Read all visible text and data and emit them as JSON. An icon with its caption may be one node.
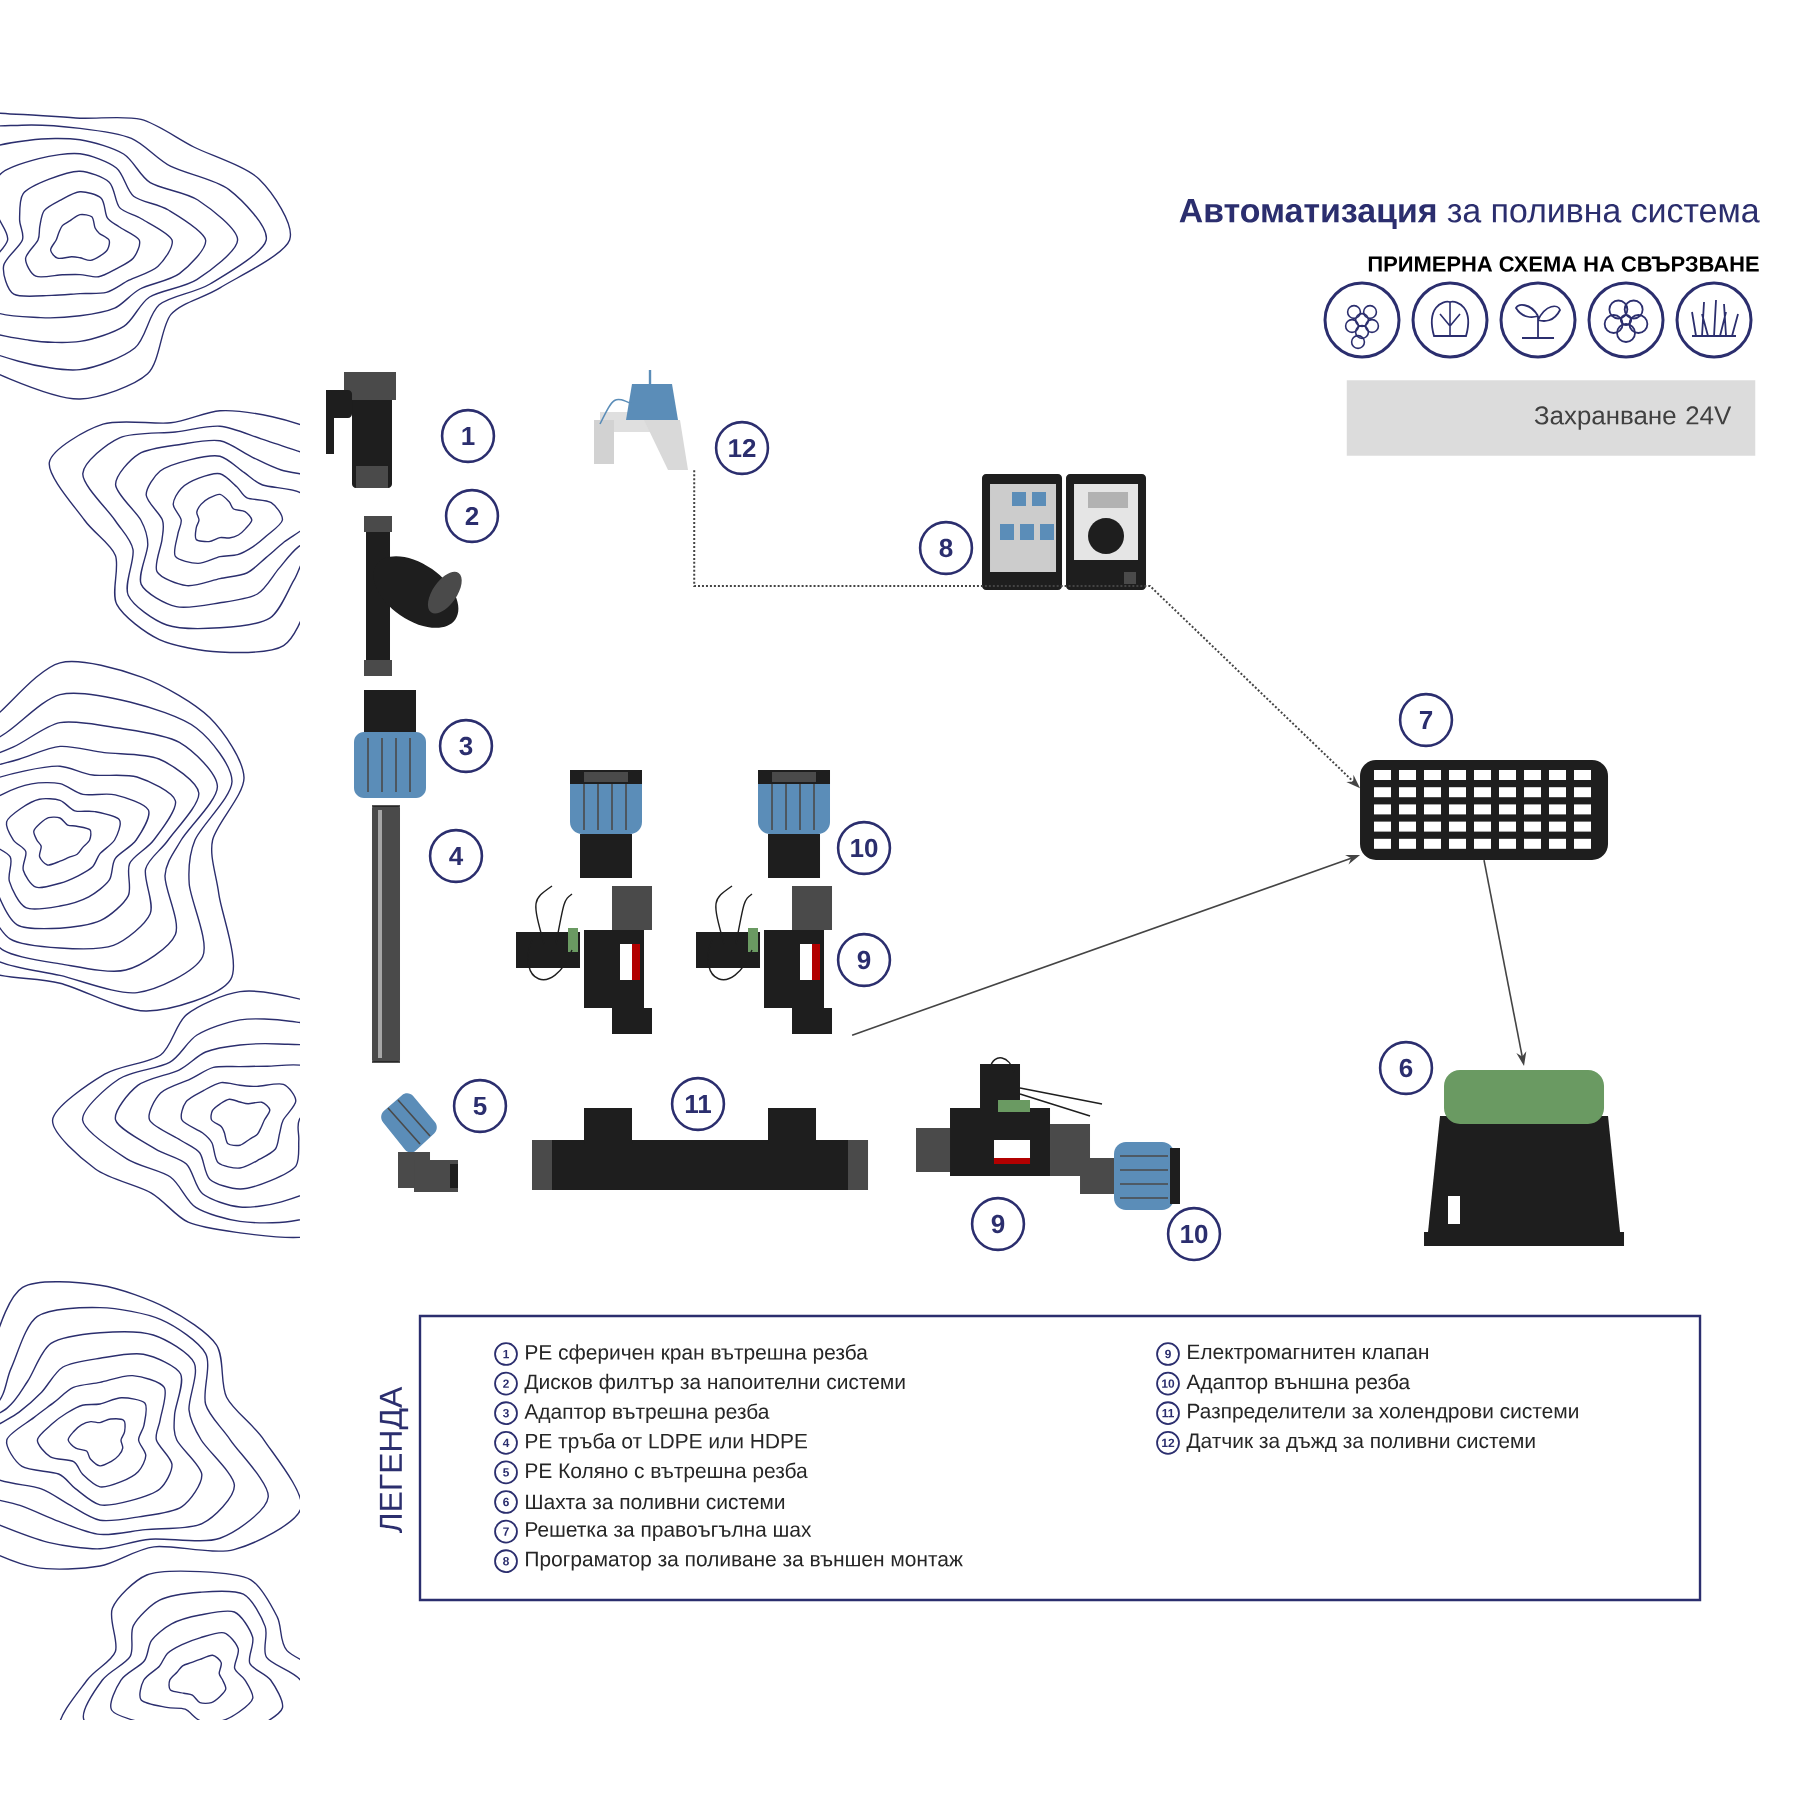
{
  "diagram": {
    "title": "**Автоматизация** за поливна система",
    "nodes": [
      {
        "text": [],
        "shape": "picture",
        "beside": [
          "1"
        ]
      },
      {
        "text": [],
        "shape": "picture",
        "beside": [
          "12"
        ]
      },
      {
        "text": [
          "Захранване 24V"
        ]
      },
      {
        "text": [],
        "shape": "picture",
        "beside": [
          "2"
        ]
      },
      {
        "text": [],
        "shape": "picture",
        "beside": [
          "8"
        ]
      },
      {
        "text": [],
        "shape": "picture",
        "beside": [
          "3"
        ]
      },
      {
        "text": [],
        "shape": "picture",
        "beside": [
          "7"
        ]
      },
      {
        "text": [],
        "shape": "picture"
      },
      {
        "text": [],
        "shape": "picture",
        "beside": [
          "10"
        ]
      },
      {
        "text": [],
        "shape": "picture",
        "beside": [
          "4"
        ]
      },
      {
        "text": [],
        "shape": "picture"
      },
      {
        "text": [],
        "shape": "picture",
        "beside": [
          "9"
        ]
      },
      {
        "text": [],
        "shape": "picture",
        "beside": [
          "6"
        ]
      },
      {
        "text": [],
        "shape": "picture",
        "beside": [
          "9"
        ]
      },
      {
        "text": [],
        "shape": "picture",
        "beside": [
          "5"
        ]
      },
      {
        "text": [],
        "shape": "picture",
        "beside": [
          "11"
        ]
      },
      {
        "text": [],
        "shape": "picture",
        "beside": [
          "10"
        ]
      }
    ],
    "edges": [
      {
        "from": 1,
        "to": 6,
        "arrow": "to",
        "style": "dashed"
      },
      {
        "from": 11,
        "to": 6,
        "arrow": "to"
      },
      {
        "from": 6,
        "to": 12,
        "arrow": "to"
      }
    ],
    "labels": [
      "ПРИМЕРНА СХЕМА НА СВЪРЗВАНЕ",
      "ЛЕГЕНДА",
      "1",
      "PE сферичен кран вътрешна резба",
      "2",
      "Дисков филтър за напоителни системи",
      "3",
      "Адаптор вътрешна резба",
      "4",
      "PE тръба от LDPE или HDPE",
      "5",
      "PE Коляно с вътрешна резба",
      "6",
      "Шахта за поливни системи",
      "7",
      "Решетка за правоъгълна шах",
      "8",
      "Програматор за поливане за външен монтаж",
      "9",
      "Електромагнитен клапан",
      "10",
      "Адаптор външна резба",
      "11",
      "Разпределители за холендрови системи",
      "12",
      "Датчик за дъжд за поливни системи"
    ]
  }
}
